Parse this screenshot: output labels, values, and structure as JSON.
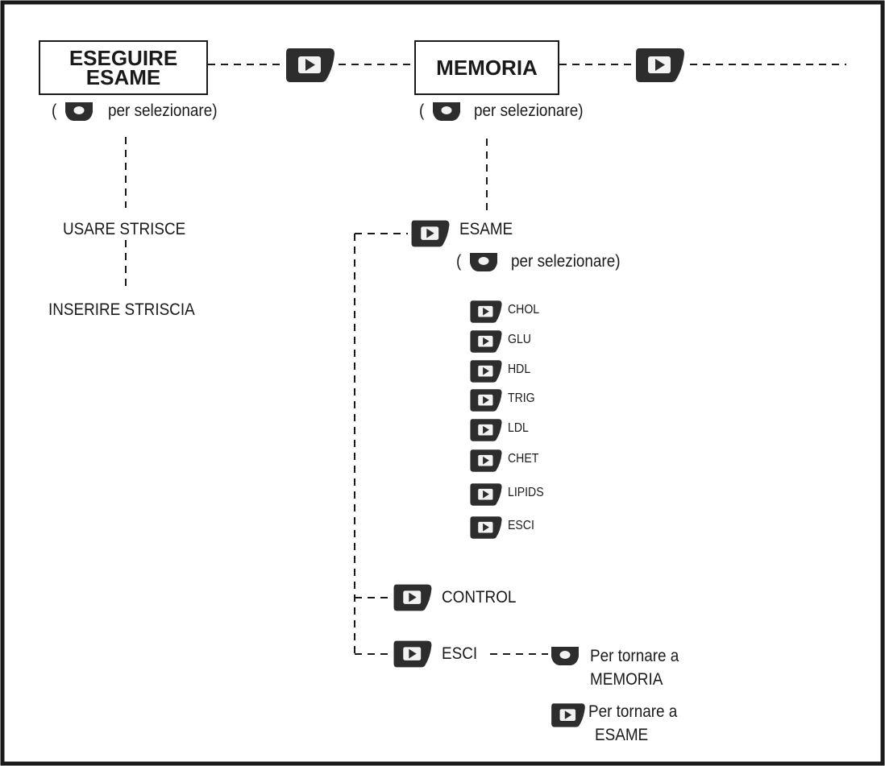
{
  "boxes": {
    "eseguire": {
      "line1": "ESEGUIRE",
      "line2": "ESAME"
    },
    "memoria": {
      "label": "MEMORIA"
    }
  },
  "select_hint": {
    "open": "(",
    "text": "per selezionare)"
  },
  "left_branch": {
    "usare": "USARE STRISCE",
    "inserire": "INSERIRE STRISCIA"
  },
  "memoria_menu": {
    "esame": "ESAME",
    "esame_items": [
      "CHOL",
      "GLU",
      "HDL",
      "TRIG",
      "LDL",
      "CHET",
      "LIPIDS",
      "ESCI"
    ],
    "control": "CONTROL",
    "esci": "ESCI",
    "return_memoria": {
      "line1": "Per tornare a",
      "line2": "MEMORIA"
    },
    "return_esame": {
      "line1": "Per tornare a",
      "line2": "ESAME"
    }
  },
  "icons": {
    "play": "play-button-icon",
    "select": "select-button-icon"
  },
  "colors": {
    "button": "#2d2d2d",
    "line": "#1a1a1a"
  }
}
